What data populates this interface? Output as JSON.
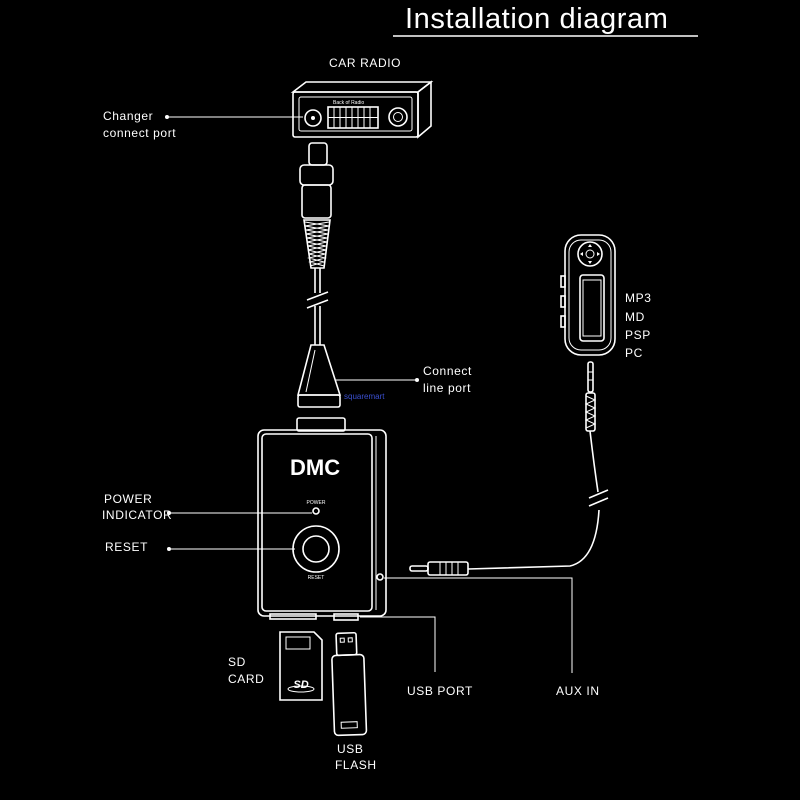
{
  "title": "Installation diagram",
  "radio": {
    "label": "CAR RADIO",
    "panel_text": "Back of Radio"
  },
  "changer_port": {
    "line1": "Changer",
    "line2": "connect port"
  },
  "line_port": {
    "line1": "Connect",
    "line2": "line port"
  },
  "watermark": "squaremart",
  "device": {
    "name": "DMC",
    "led_label": "POWER",
    "button_label": "RESET"
  },
  "power_indicator": {
    "line1": "POWER",
    "line2": "INDICATOR"
  },
  "reset": "RESET",
  "player": {
    "labels": [
      "MP3",
      "MD",
      "PSP",
      "PC"
    ]
  },
  "sd_card": {
    "line1": "SD",
    "line2": "CARD",
    "logo": "SD"
  },
  "usb_flash": {
    "line1": "USB",
    "line2": "FLASH"
  },
  "usb_port": "USB PORT",
  "aux_in": "AUX IN",
  "colors": {
    "background": "#000000",
    "line": "#ffffff",
    "watermark": "#3a4fd0"
  }
}
